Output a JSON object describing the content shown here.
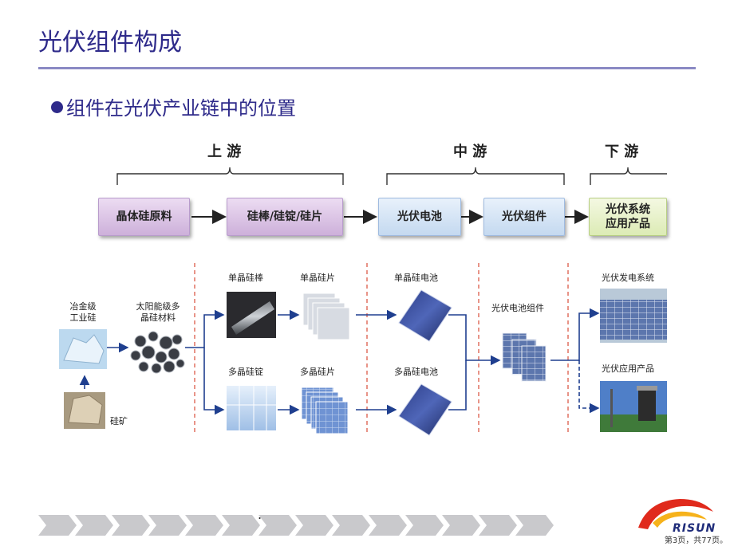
{
  "title": "光伏组件构成",
  "bullet": "组件在光伏产业链中的位置",
  "stages": {
    "upstream": "上 游",
    "midstream": "中 游",
    "downstream": "下 游"
  },
  "process_boxes": [
    {
      "label": "晶体硅原料",
      "color": "#d9c2e6"
    },
    {
      "label": "硅棒/硅锭/硅片",
      "color": "#d9c2e6"
    },
    {
      "label": "光伏电池",
      "color": "#cfe0f3"
    },
    {
      "label": "光伏组件",
      "color": "#cfe0f3"
    },
    {
      "label_line1": "光伏系统",
      "label_line2": "应用产品",
      "color": "#e3efc4"
    }
  ],
  "items": {
    "metallurgical_si_line1": "冶金级",
    "metallurgical_si_line2": "工业硅",
    "silicon_ore": "硅矿",
    "solar_poly_line1": "太阳能级多",
    "solar_poly_line2": "晶硅材料",
    "mono_ingot": "单晶硅棒",
    "mono_wafer": "单晶硅片",
    "multi_ingot": "多晶硅锭",
    "multi_wafer": "多晶硅片",
    "mono_cell": "单晶硅电池",
    "multi_cell": "多晶硅电池",
    "module": "光伏电池组件",
    "power_system": "光伏发电系统",
    "app_products": "光伏应用产品"
  },
  "footer": {
    "dot": ".",
    "brand": "RISUN",
    "page": "第3页，共77页。"
  },
  "colors": {
    "title": "#2e2a8a",
    "rule": "#8a89c4",
    "arrow": "#1f3f8f",
    "dashed_divider": "#e07060"
  }
}
